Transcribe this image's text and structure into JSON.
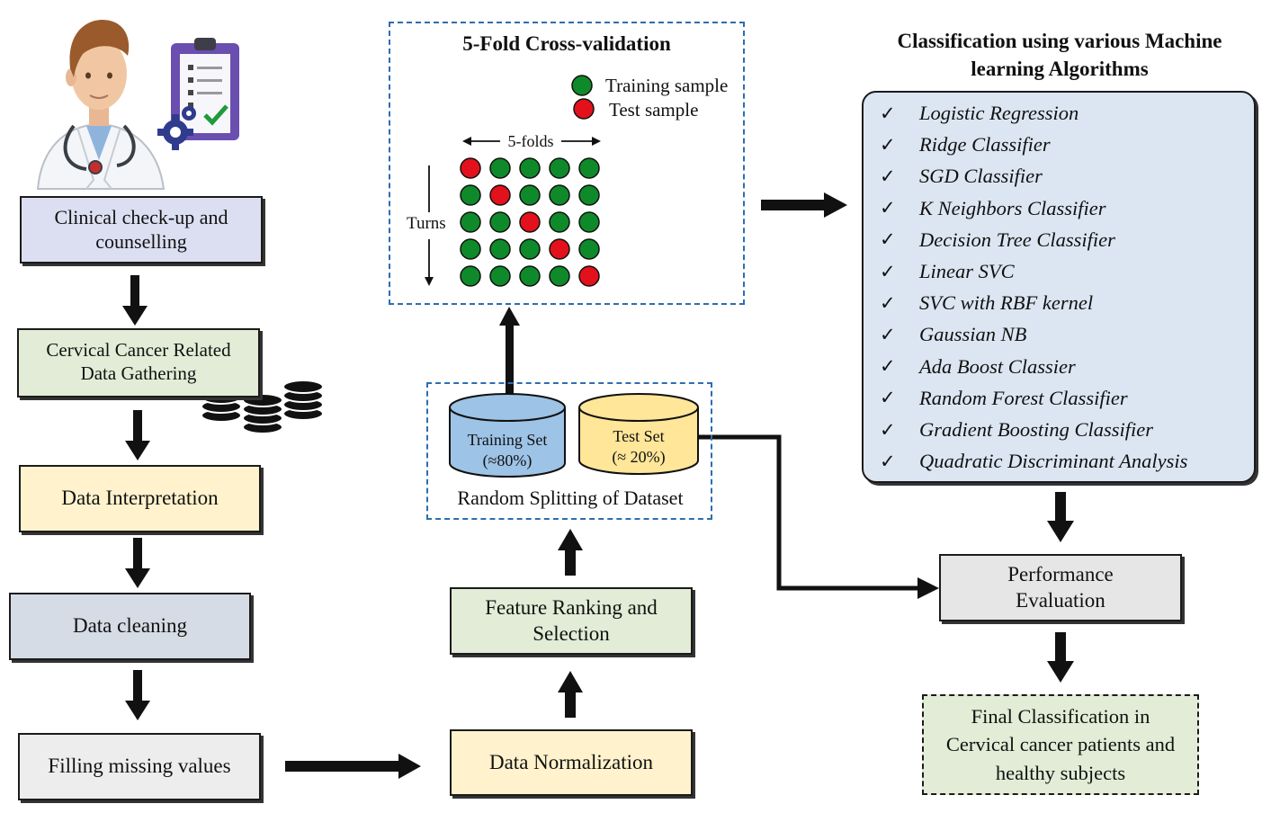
{
  "pipeline": {
    "clinical": "Clinical check-up and counselling",
    "gathering": "Cervical Cancer Related Data Gathering",
    "interpretation": "Data Interpretation",
    "cleaning": "Data cleaning",
    "filling": "Filling missing values",
    "normalization": "Data Normalization",
    "feature": "Feature Ranking and Selection"
  },
  "split": {
    "caption": "Random Splitting of Dataset",
    "training_line1": "Training Set",
    "training_line2": "(≈80%)",
    "test_line1": "Test Set",
    "test_line2": "(≈ 20%)"
  },
  "cross_validation": {
    "title": "5-Fold Cross-validation",
    "legend_training": "Training sample",
    "legend_test": "Test sample",
    "folds_label": "5-folds",
    "turns_label": "Turns",
    "num_folds": 5,
    "colors": {
      "training": "#0f8a2a",
      "test": "#e3111b"
    }
  },
  "classification": {
    "title_line1": "Classification using various Machine",
    "title_line2": "learning Algorithms",
    "check_glyph": "✓",
    "algorithms": [
      "Logistic Regression",
      "Ridge Classifier",
      "SGD Classifier",
      "K Neighbors Classifier",
      "Decision Tree Classifier",
      "Linear SVC",
      "SVC with RBF kernel",
      "Gaussian NB",
      "Ada Boost Classier",
      "Random Forest Classifier",
      "Gradient Boosting Classifier",
      "Quadratic Discriminant Analysis"
    ]
  },
  "evaluation": {
    "performance": "Performance Evaluation",
    "final": "Final Classification in Cervical cancer patients and healthy subjects"
  },
  "colors": {
    "lavender": "#dcdff2",
    "green": "#e2ecd6",
    "yellow": "#fff2cc",
    "slate": "#d6dce5",
    "gray": "#ededed",
    "blue_panel": "#dce6f2",
    "dash_blue": "#2e6db0",
    "cyl_blue": "#9dc3e6",
    "cyl_yellow": "#ffe699"
  },
  "icons": [
    "doctor-icon",
    "clipboard-icon",
    "gear-icon",
    "database-stack-icon"
  ]
}
